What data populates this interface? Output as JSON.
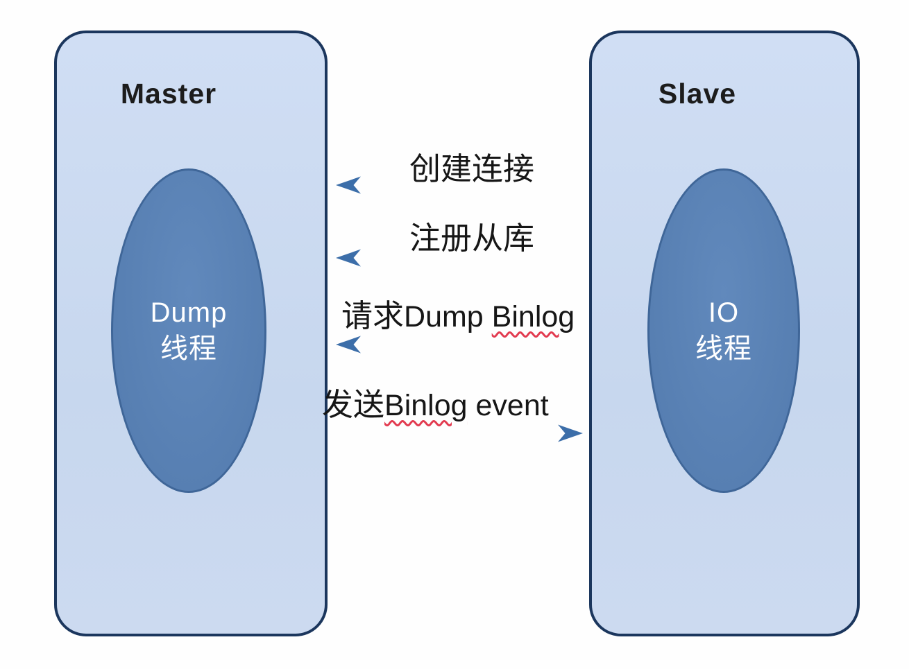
{
  "diagram": {
    "nodes": {
      "master": {
        "title": "Master",
        "thread": {
          "line1": "Dump",
          "line2": "线程"
        }
      },
      "slave": {
        "title": "Slave",
        "thread": {
          "line1": "IO",
          "line2": "线程"
        }
      }
    },
    "arrows": [
      {
        "label": "创建连接",
        "direction": "slave-to-master"
      },
      {
        "label": "注册从库",
        "direction": "slave-to-master"
      },
      {
        "label_zh": "请求",
        "label_en": "Dump ",
        "label_misspelled": "Binlog",
        "direction": "slave-to-master"
      },
      {
        "label_zh": "发送",
        "label_misspelled": "Binlog",
        "label_en": " event",
        "direction": "master-to-slave"
      }
    ],
    "colors": {
      "node_fill": "#c9d8ef",
      "node_border": "#1b365d",
      "ellipse_fill": "#577fb2",
      "ellipse_border": "#3f6698",
      "arrow": "#3c6ea9",
      "squiggle": "#e23b50",
      "label_text": "#161616",
      "thread_text": "#ffffff"
    }
  }
}
